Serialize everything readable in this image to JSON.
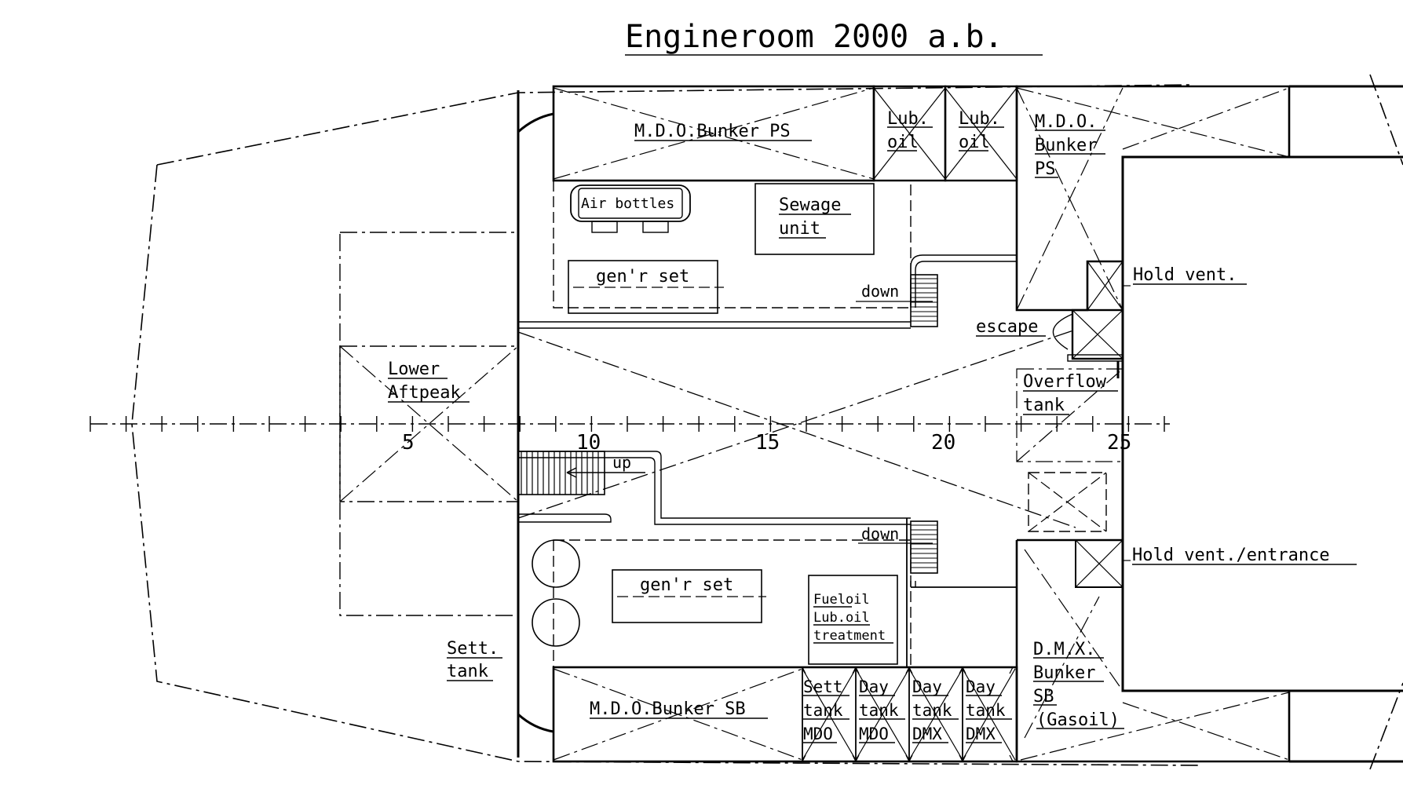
{
  "title": "Engineroom 2000 a.b.",
  "frame_numbers": [
    "5",
    "10",
    "15",
    "20",
    "25"
  ],
  "rooms": {
    "mdo_bunker_ps": "M.D.O.Bunker PS",
    "lub_oil_1": [
      "Lub.",
      "oil"
    ],
    "lub_oil_2": [
      "Lub.",
      "oil"
    ],
    "mdo_bunker_ps_fwd": [
      "M.D.O.",
      "Bunker",
      "PS"
    ],
    "air_bottles": "Air bottles",
    "sewage_unit": [
      "Sewage",
      "unit"
    ],
    "genr_set_ps": "gen'r set",
    "down_ps": "down",
    "hold_vent": "Hold vent.",
    "escape": "escape",
    "overflow_tank": [
      "Overflow",
      "tank"
    ],
    "lower_aftpeak": [
      "Lower",
      "Aftpeak"
    ],
    "up": "up",
    "down_sb": "down",
    "hold_vent_entrance": "Hold vent./entrance",
    "genr_set_sb": "gen'r set",
    "fueloil_treatment": [
      "Fueloil",
      "Lub.oil",
      "treatment"
    ],
    "sett_tank": [
      "Sett.",
      "tank"
    ],
    "dmx_bunker_sb": [
      "D.M.X.",
      "Bunker",
      "SB",
      "(Gasoil)"
    ],
    "mdo_bunker_sb": "M.D.O.Bunker SB",
    "sett_tank_mdo": [
      "Sett",
      "tank",
      "MDO"
    ],
    "day_tank_mdo": [
      "Day",
      "tank",
      "MDO"
    ],
    "day_tank_dmx_1": [
      "Day",
      "tank",
      "DMX"
    ],
    "day_tank_dmx_2": [
      "Day",
      "tank",
      "DMX"
    ]
  }
}
